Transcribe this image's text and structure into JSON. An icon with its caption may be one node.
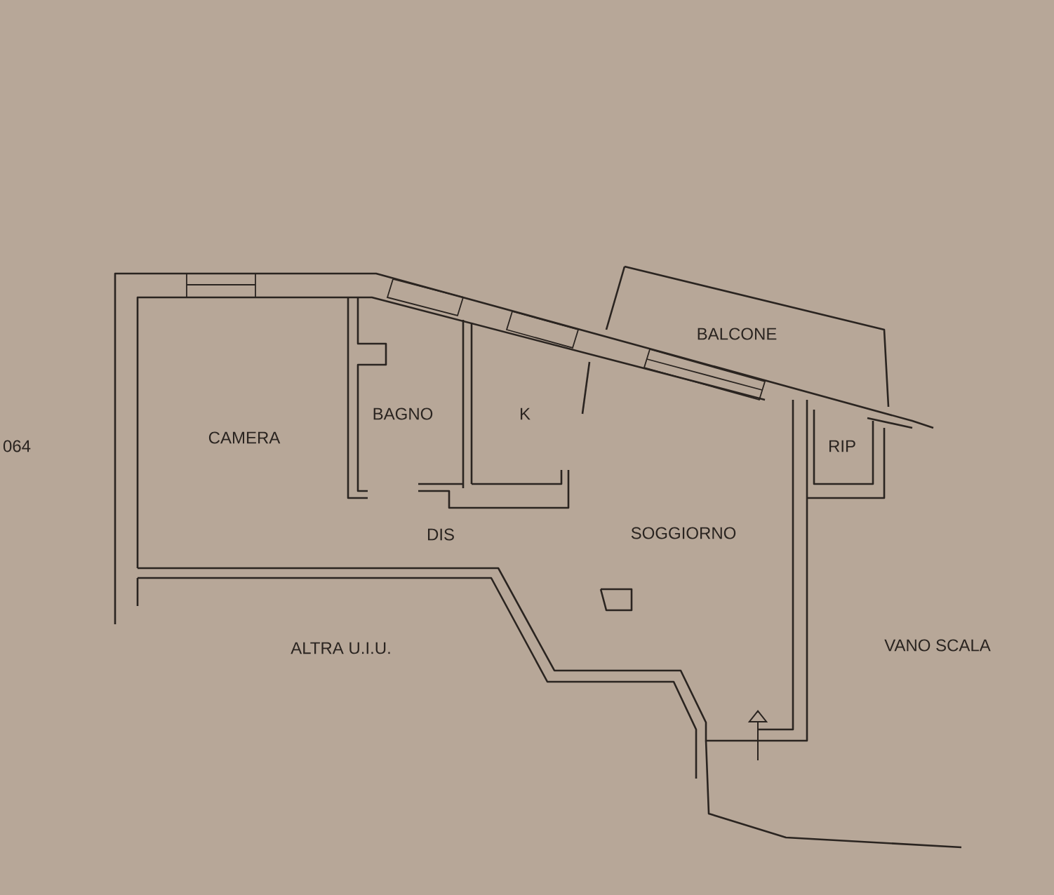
{
  "diagram": {
    "labels": [
      "064",
      "BALCONE",
      "CAMERA",
      "BAGNO",
      "K",
      "RIP",
      "DIS",
      "SOGGIORNO",
      "ALTRA U.I.U.",
      "VANO SCALA"
    ]
  }
}
